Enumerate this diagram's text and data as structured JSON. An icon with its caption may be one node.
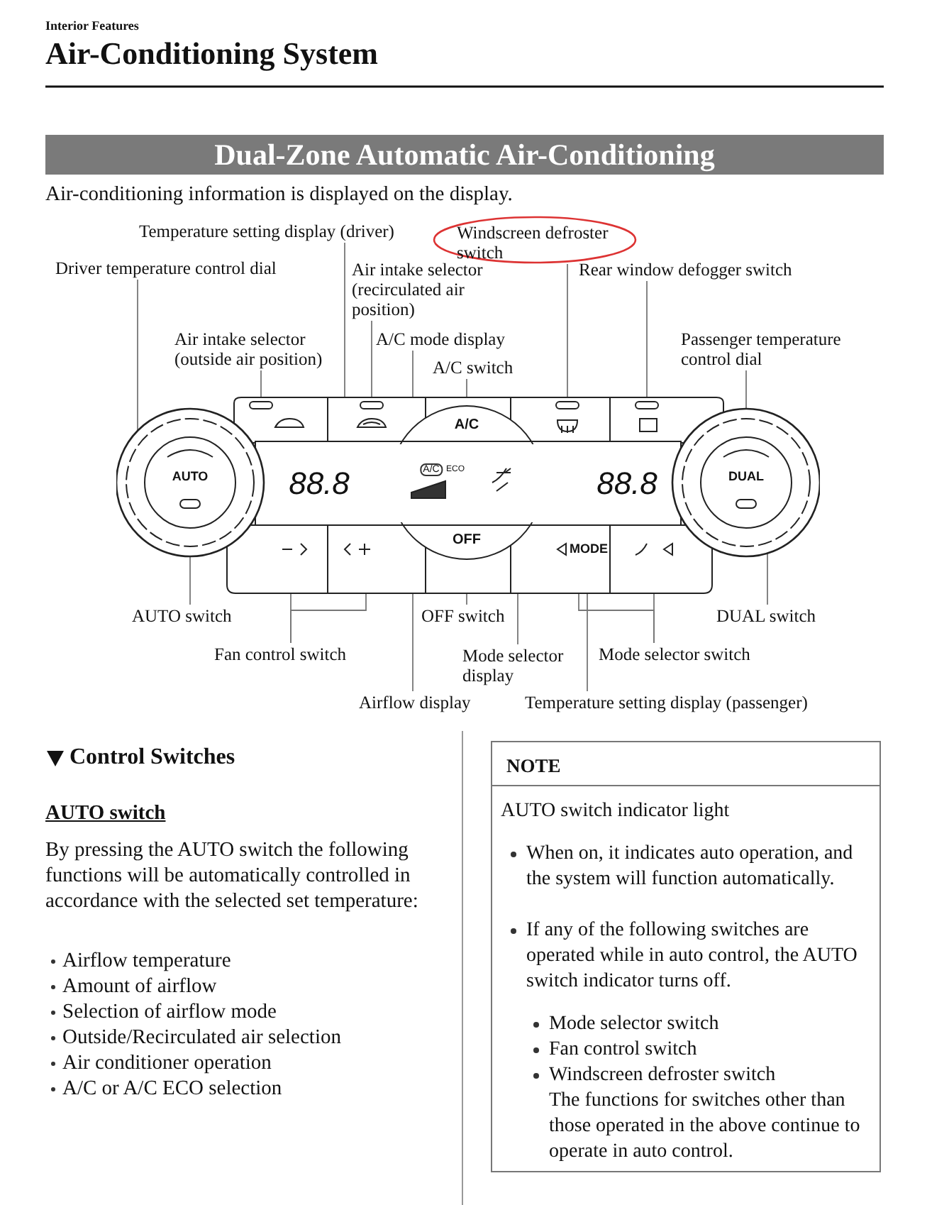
{
  "diagram": {
    "title": "Air-Conditioning System",
    "nodes": [
      {
        "text": [
          "Dual-Zone Automatic Air-Conditioning"
        ]
      },
      {
        "text": [
          "Temperature setting display (driver)"
        ]
      },
      {
        "text": [
          "Windscreen defroster switch"
        ]
      },
      {
        "text": [
          "Driver temperature control dial"
        ]
      },
      {
        "text": [
          "Air intake selector (recirculated air position)"
        ]
      },
      {
        "text": [
          "Rear window defogger switch"
        ]
      },
      {
        "text": [
          "Air intake selector (outside air position)"
        ]
      },
      {
        "text": [
          "A/C mode display"
        ]
      },
      {
        "text": [
          "Passenger temperature control dial"
        ]
      },
      {
        "text": [
          "A/C switch"
        ]
      },
      {
        "text": [
          "A/C",
          "AUTO",
          "88.8",
          "A/C",
          "ECO",
          "88.8",
          "DUAL",
          "OFF",
          "MODE"
        ]
      },
      {
        "text": [
          "AUTO switch"
        ]
      },
      {
        "text": [
          "OFF switch"
        ]
      },
      {
        "text": [
          "DUAL switch"
        ]
      },
      {
        "text": [
          "Fan control switch"
        ]
      },
      {
        "text": [
          "Mode selector display"
        ]
      },
      {
        "text": [
          "Mode selector switch"
        ]
      },
      {
        "text": [
          "Airflow display"
        ]
      },
      {
        "text": [
          "Temperature setting display (passenger)"
        ]
      },
      {
        "text": [
          "NOTE",
          "AUTO switch indicator light",
          "When on, it indicates auto operation, and the system will function automatically.",
          "If any of the following switches are operated while in auto control, the AUTO switch indicator turns off.",
          "Mode selector switch",
          "Fan control switch",
          "Windscreen defroster switch",
          "The functions for switches other than those operated in the above continue to operate in auto control."
        ]
      }
    ],
    "edges": [
      {
        "from": 1,
        "to": 10,
        "arrow": "none"
      },
      {
        "from": 2,
        "to": 10,
        "arrow": "none"
      },
      {
        "from": 3,
        "to": 10,
        "arrow": "none"
      },
      {
        "from": 4,
        "to": 10,
        "arrow": "none"
      },
      {
        "from": 5,
        "to": 10,
        "arrow": "none"
      },
      {
        "from": 6,
        "to": 10,
        "arrow": "none"
      },
      {
        "from": 7,
        "to": 10,
        "arrow": "none"
      },
      {
        "from": 8,
        "to": 10,
        "arrow": "none"
      },
      {
        "from": 9,
        "to": 10,
        "arrow": "none"
      },
      {
        "from": 11,
        "to": 10,
        "arrow": "none"
      },
      {
        "from": 12,
        "to": 10,
        "arrow": "none"
      },
      {
        "from": 13,
        "to": 10,
        "arrow": "none"
      },
      {
        "from": 14,
        "to": 10,
        "arrow": "none"
      },
      {
        "from": 14,
        "to": 10,
        "arrow": "none"
      },
      {
        "from": 15,
        "to": 10,
        "arrow": "none"
      },
      {
        "from": 16,
        "to": 10,
        "arrow": "none"
      },
      {
        "from": 16,
        "to": 10,
        "arrow": "none"
      },
      {
        "from": 17,
        "to": 10,
        "arrow": "none"
      },
      {
        "from": 18,
        "to": 10,
        "arrow": "none"
      }
    ],
    "labels": [
      "Interior Features",
      "Air-conditioning information is displayed on the display.",
      "Control Switches",
      "AUTO switch",
      "By pressing the AUTO switch the following functions will be automatically controlled in accordance with the selected set temperature:",
      "Airflow temperature",
      "Amount of airflow",
      "Selection of airflow mode",
      "Outside/Recirculated air selection",
      "Air conditioner operation",
      "A/C or A/C ECO selection"
    ]
  }
}
